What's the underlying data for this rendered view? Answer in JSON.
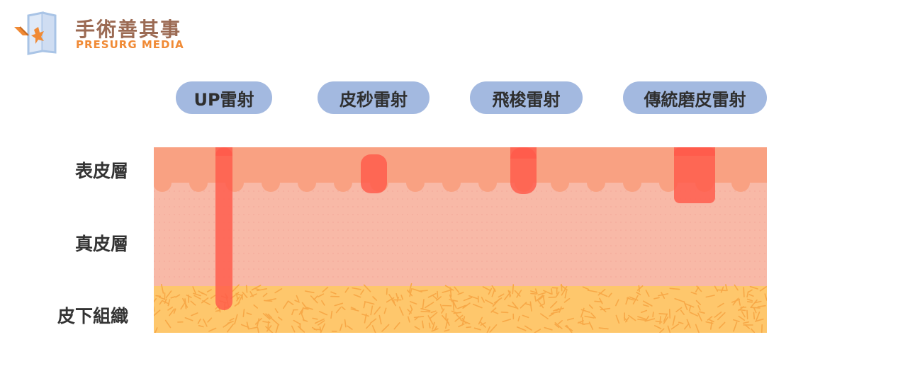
{
  "brand": {
    "name_cn": "手術善其事",
    "name_en": "PRESURG MEDIA",
    "colors": {
      "name_cn": "#9b6a53",
      "name_en": "#f08a35",
      "icon_blue": "#a9c4e6",
      "icon_orange": "#f08a35"
    }
  },
  "lasers": [
    {
      "label": "UP雷射"
    },
    {
      "label": "皮秒雷射"
    },
    {
      "label": "飛梭雷射"
    },
    {
      "label": "傳統磨皮雷射"
    }
  ],
  "layers": [
    {
      "label": "表皮層",
      "color": "#f9a182"
    },
    {
      "label": "真皮層",
      "color": "#f8b9a7"
    },
    {
      "label": "皮下組織",
      "color": "#fec76c"
    }
  ],
  "colors": {
    "pill": "#a3b9e0",
    "laser_beam": "#ff5a4a",
    "fat_fleck": "#f7a847"
  }
}
